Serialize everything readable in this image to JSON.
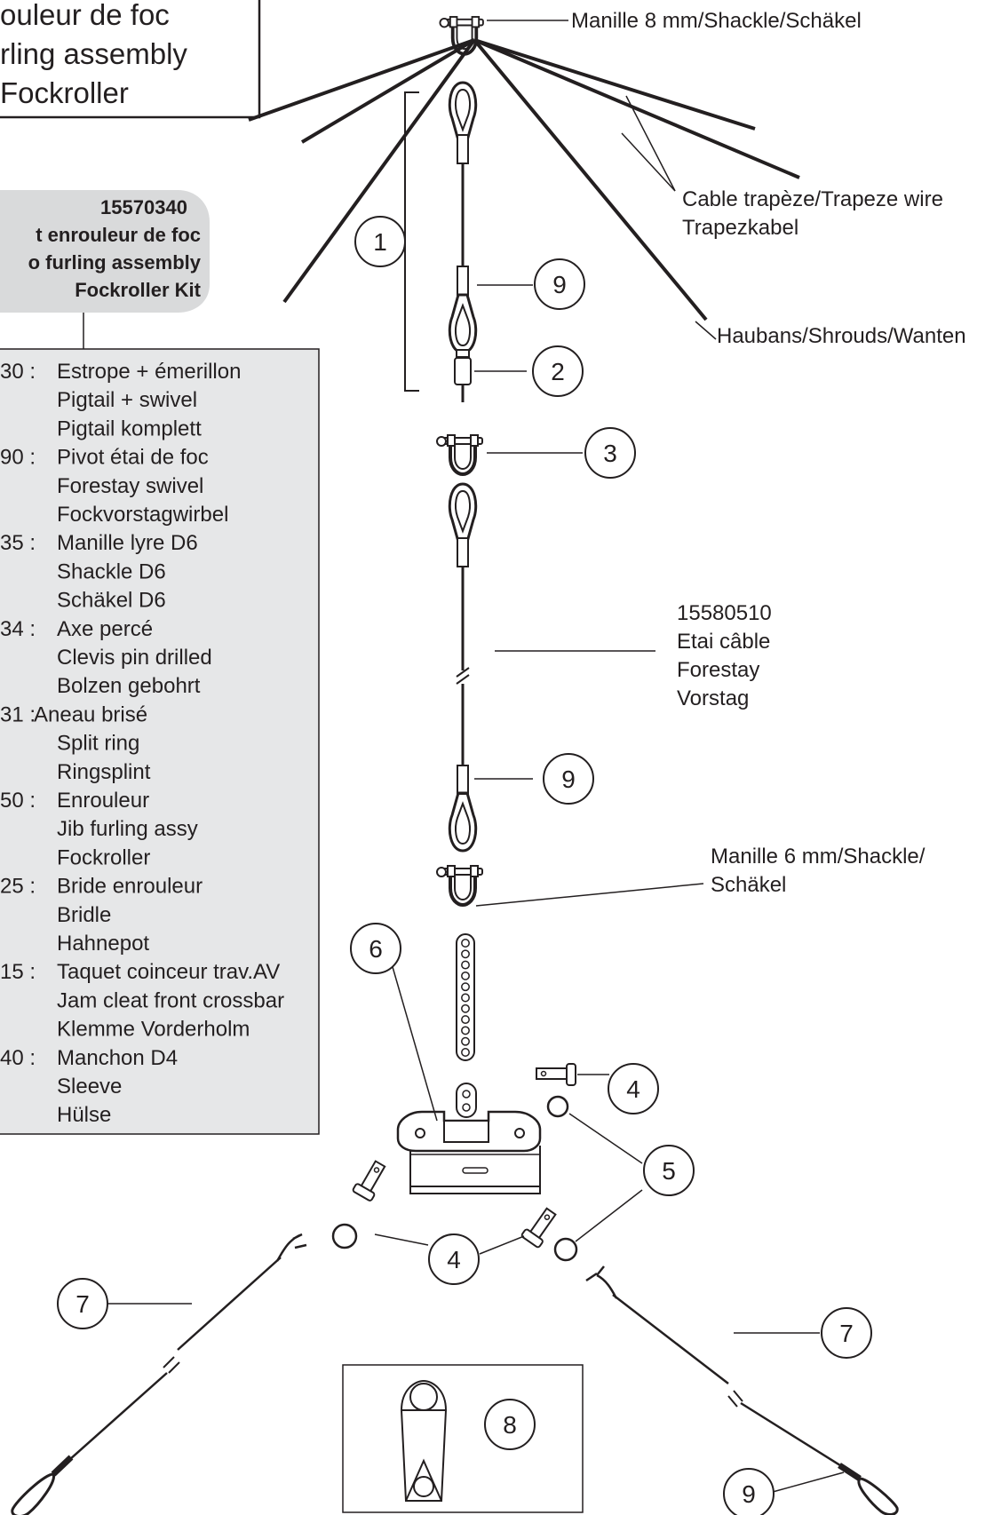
{
  "title_box": {
    "lines": [
      "ouleur de foc",
      "rling assembly",
      "Fockroller"
    ]
  },
  "kit_box": {
    "ref": "15570340",
    "lines": [
      "t enrouleur de foc",
      "o furling assembly",
      "Fockroller Kit"
    ]
  },
  "parts": [
    {
      "ref": "30 :",
      "fr": "Estrope + émerillon",
      "en": "Pigtail + swivel",
      "de": "Pigtail komplett"
    },
    {
      "ref": "90 :",
      "fr": "Pivot étai de foc",
      "en": "Forestay swivel",
      "de": "Fockvorstagwirbel"
    },
    {
      "ref": "35 :",
      "fr": "Manille lyre D6",
      "en": "Shackle D6",
      "de": "Schäkel D6"
    },
    {
      "ref": "34 :",
      "fr": "Axe percé",
      "en": "Clevis pin drilled",
      "de": "Bolzen gebohrt"
    },
    {
      "ref": "31 :",
      "fr": "Aneau brisé",
      "en": "Split ring",
      "de": "Ringsplint"
    },
    {
      "ref": "50 :",
      "fr": "Enrouleur",
      "en": "Jib furling assy",
      "de": "Fockroller"
    },
    {
      "ref": "25 :",
      "fr": "Bride enrouleur",
      "en": "Bridle",
      "de": "Hahnepot"
    },
    {
      "ref": "15 :",
      "fr": "Taquet coinceur trav.AV",
      "en": "Jam cleat front crossbar",
      "de": "Klemme Vorderholm"
    },
    {
      "ref": "40 :",
      "fr": "Manchon D4",
      "en": "Sleeve",
      "de": "Hülse"
    }
  ],
  "callouts": {
    "shackle_8mm": "Manille 8 mm/Shackle/Schäkel",
    "trapeze_line1": "Cable trapèze/Trapeze wire",
    "trapeze_line2": "Trapezkabel",
    "shrouds": "Haubans/Shrouds/Wanten",
    "forestay_ref": "15580510",
    "forestay_fr": "Etai câble",
    "forestay_en": "Forestay",
    "forestay_de": "Vorstag",
    "shackle_6mm_line1": "Manille 6 mm/Shackle/",
    "shackle_6mm_line2": "Schäkel"
  },
  "numbers": {
    "n1": "1",
    "n2": "2",
    "n3": "3",
    "n4a": "4",
    "n4b": "4",
    "n5": "5",
    "n6": "6",
    "n7a": "7",
    "n7b": "7",
    "n8": "8",
    "n9a": "9",
    "n9b": "9",
    "n9c": "9"
  }
}
